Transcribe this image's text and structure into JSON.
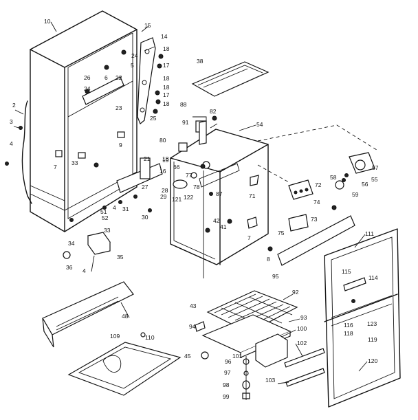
{
  "labels": {
    "l10": "10",
    "l15": "15",
    "l14": "14",
    "l18a": "18",
    "l24a": "24",
    "l5": "5",
    "l26": "26",
    "l6": "6",
    "l22": "22",
    "l17a": "17",
    "l18b": "18",
    "l24b": "24",
    "l18c": "18",
    "l17b": "17",
    "l18d": "18",
    "l23": "23",
    "l25": "25",
    "l2": "2",
    "l3": "3",
    "l4a": "4",
    "l7a": "7",
    "l9": "9",
    "l33a": "33",
    "l21": "21",
    "l18e": "18",
    "l16": "16",
    "l27": "27",
    "l28": "28",
    "l29": "29",
    "l51": "51",
    "l4b": "4",
    "l31": "31",
    "l30": "30",
    "l52": "52",
    "l33b": "33",
    "l34": "34",
    "l35": "35",
    "l36": "36",
    "l4c": "4",
    "l38": "38",
    "l88": "88",
    "l82": "82",
    "l54": "54",
    "l91": "91",
    "l80": "80",
    "l19": "19",
    "l66": "66",
    "l77": "77",
    "l78": "78",
    "l122": "122",
    "l121": "121",
    "l87": "87",
    "l71": "71",
    "l72": "72",
    "l74": "74",
    "l73": "73",
    "l42": "42",
    "l41": "41",
    "l7b": "7",
    "l75": "75",
    "l8": "8",
    "l95": "95",
    "l57": "57",
    "l58": "58",
    "l56": "56",
    "l55": "55",
    "l59": "59",
    "l111": "111",
    "l115": "115",
    "l114": "114",
    "l116": "116",
    "l118": "118",
    "l123": "123",
    "l119": "119",
    "l120": "120",
    "l48": "48",
    "l110": "110",
    "l109": "109",
    "l92": "92",
    "l43": "43",
    "l93": "93",
    "l94": "94",
    "l100": "100",
    "l102": "102",
    "l45": "45",
    "l101": "101",
    "l96": "96",
    "l97": "97",
    "l98": "98",
    "l99": "99",
    "l103": "103"
  }
}
